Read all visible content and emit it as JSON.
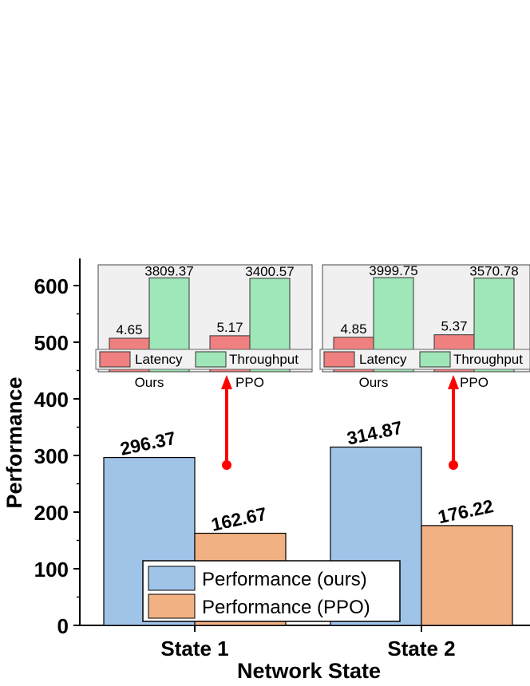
{
  "chart_data": {
    "type": "bar",
    "xlabel": "Network State",
    "ylabel": "Performance",
    "categories": [
      "State 1",
      "State 2"
    ],
    "ylim": [
      0,
      650
    ],
    "yticks": [
      0,
      100,
      200,
      300,
      400,
      500,
      600
    ],
    "series": [
      {
        "name": "Performance (ours)",
        "values": [
          296.37,
          314.87
        ],
        "labels": [
          "296.37",
          "314.87"
        ],
        "color": "#a0c4e8"
      },
      {
        "name": "Performance (PPO)",
        "values": [
          162.67,
          176.22
        ],
        "labels": [
          "162.67",
          "176.22"
        ],
        "color": "#f2b183"
      }
    ],
    "legend_position": "bottom-center",
    "insets": [
      {
        "categories": [
          "Ours",
          "PPO"
        ],
        "latency": [
          4.65,
          5.17
        ],
        "latency_labels": [
          "4.65",
          "5.17"
        ],
        "throughput": [
          3809.37,
          3400.57
        ],
        "throughput_labels": [
          "3809.37",
          "3400.57"
        ]
      },
      {
        "categories": [
          "Ours",
          "PPO"
        ],
        "latency": [
          4.85,
          5.37
        ],
        "latency_labels": [
          "4.85",
          "5.37"
        ],
        "throughput": [
          3999.75,
          3570.78
        ],
        "throughput_labels": [
          "3999.75",
          "3570.78"
        ]
      }
    ],
    "inset_legend": {
      "latency": "Latency",
      "throughput": "Throughput"
    },
    "inset_colors": {
      "latency": "#f08080",
      "throughput": "#9fe6b8"
    },
    "arrow_color": "#ff0000"
  }
}
